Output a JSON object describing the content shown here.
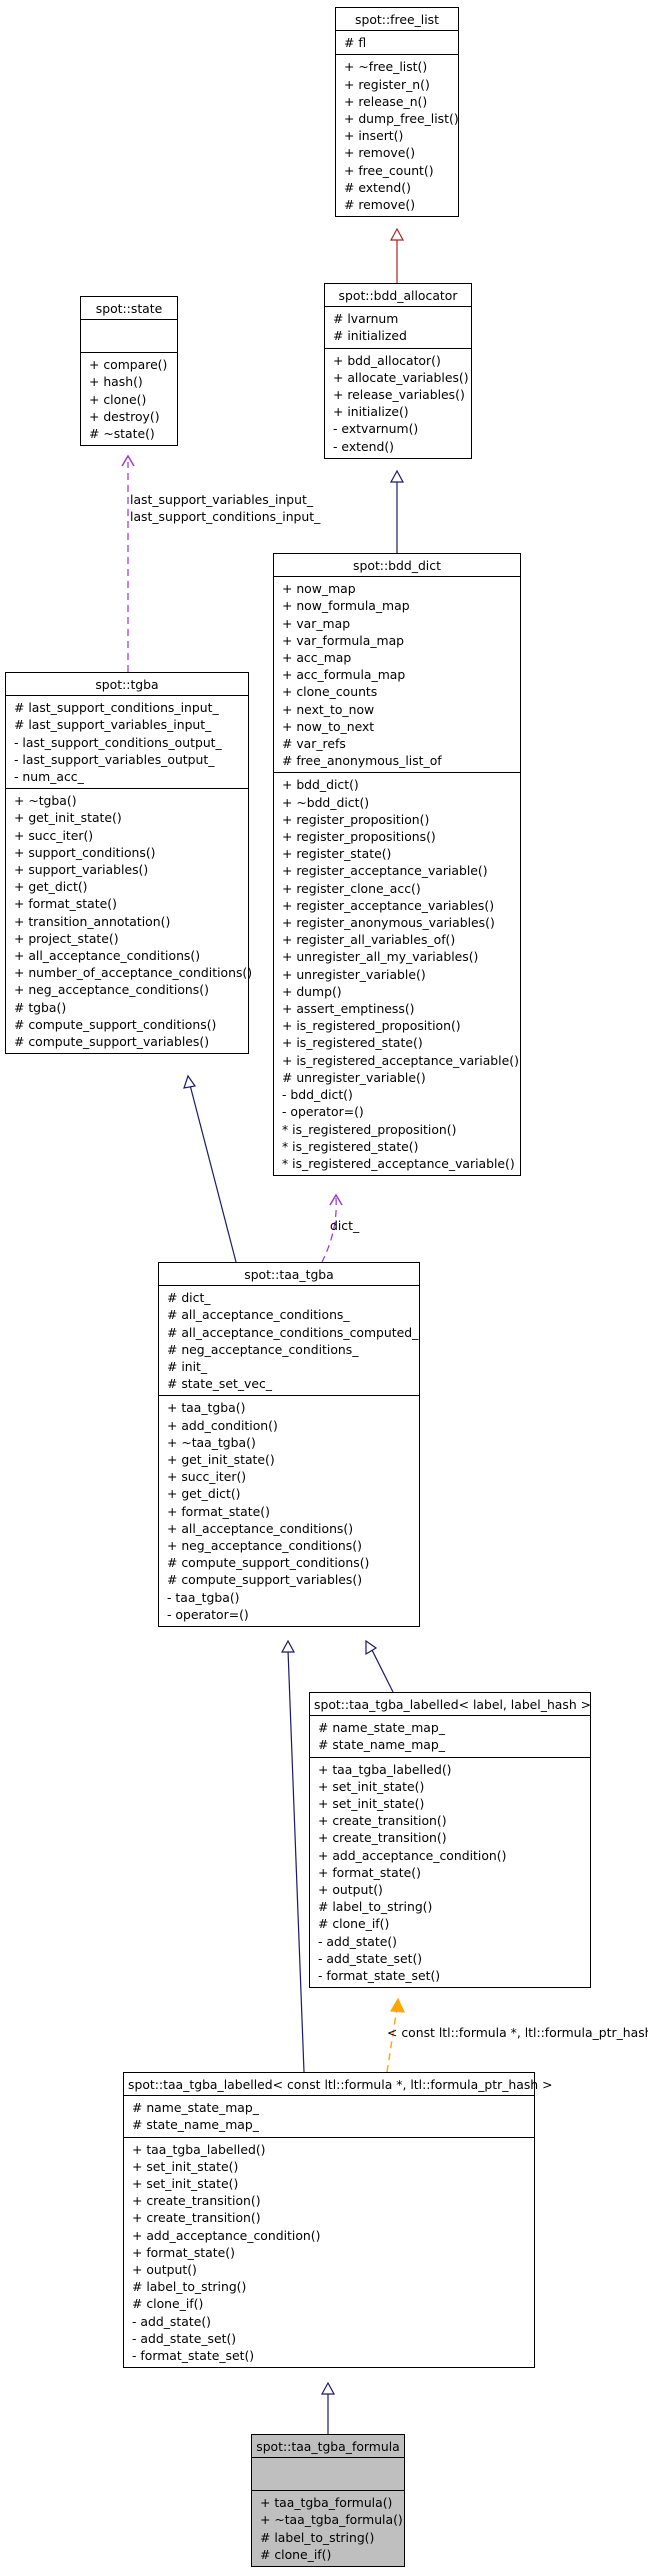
{
  "classes": {
    "free_list": {
      "name": "spot::free_list",
      "attributes": [
        "# fl"
      ],
      "methods": [
        "+ ~free_list()",
        "+ register_n()",
        "+ release_n()",
        "+ dump_free_list()",
        "+ insert()",
        "+ remove()",
        "+ free_count()",
        "# extend()",
        "# remove()"
      ]
    },
    "state": {
      "name": "spot::state",
      "attributes": [],
      "methods": [
        "+ compare()",
        "+ hash()",
        "+ clone()",
        "+ destroy()",
        "# ~state()"
      ]
    },
    "bdd_allocator": {
      "name": "spot::bdd_allocator",
      "attributes": [
        "# lvarnum",
        "# initialized"
      ],
      "methods": [
        "+ bdd_allocator()",
        "+ allocate_variables()",
        "+ release_variables()",
        "+ initialize()",
        "- extvarnum()",
        "- extend()"
      ]
    },
    "bdd_dict": {
      "name": "spot::bdd_dict",
      "attributes": [
        "+ now_map",
        "+ now_formula_map",
        "+ var_map",
        "+ var_formula_map",
        "+ acc_map",
        "+ acc_formula_map",
        "+ clone_counts",
        "+ next_to_now",
        "+ now_to_next",
        "# var_refs",
        "# free_anonymous_list_of"
      ],
      "methods": [
        "+ bdd_dict()",
        "+ ~bdd_dict()",
        "+ register_proposition()",
        "+ register_propositions()",
        "+ register_state()",
        "+ register_acceptance_variable()",
        "+ register_clone_acc()",
        "+ register_acceptance_variables()",
        "+ register_anonymous_variables()",
        "+ register_all_variables_of()",
        "+ unregister_all_my_variables()",
        "+ unregister_variable()",
        "+ dump()",
        "+ assert_emptiness()",
        "+ is_registered_proposition()",
        "+ is_registered_state()",
        "+ is_registered_acceptance_variable()",
        "# unregister_variable()",
        "- bdd_dict()",
        "- operator=()",
        "* is_registered_proposition()",
        "* is_registered_state()",
        "* is_registered_acceptance_variable()"
      ]
    },
    "tgba": {
      "name": "spot::tgba",
      "attributes": [
        "# last_support_conditions_input_",
        "# last_support_variables_input_",
        "- last_support_conditions_output_",
        "- last_support_variables_output_",
        "- num_acc_"
      ],
      "methods": [
        "+ ~tgba()",
        "+ get_init_state()",
        "+ succ_iter()",
        "+ support_conditions()",
        "+ support_variables()",
        "+ get_dict()",
        "+ format_state()",
        "+ transition_annotation()",
        "+ project_state()",
        "+ all_acceptance_conditions()",
        "+ number_of_acceptance_conditions()",
        "+ neg_acceptance_conditions()",
        "# tgba()",
        "# compute_support_conditions()",
        "# compute_support_variables()"
      ]
    },
    "taa_tgba": {
      "name": "spot::taa_tgba",
      "attributes": [
        "# dict_",
        "# all_acceptance_conditions_",
        "# all_acceptance_conditions_computed_",
        "# neg_acceptance_conditions_",
        "# init_",
        "# state_set_vec_"
      ],
      "methods": [
        "+ taa_tgba()",
        "+ add_condition()",
        "+ ~taa_tgba()",
        "+ get_init_state()",
        "+ succ_iter()",
        "+ get_dict()",
        "+ format_state()",
        "+ all_acceptance_conditions()",
        "+ neg_acceptance_conditions()",
        "# compute_support_conditions()",
        "# compute_support_variables()",
        "- taa_tgba()",
        "- operator=()"
      ]
    },
    "taa_labelled_template": {
      "name": "spot::taa_tgba_labelled< label, label_hash >",
      "attributes": [
        "# name_state_map_",
        "# state_name_map_"
      ],
      "methods": [
        "+ taa_tgba_labelled()",
        "+ set_init_state()",
        "+ set_init_state()",
        "+ create_transition()",
        "+ create_transition()",
        "+ add_acceptance_condition()",
        "+ format_state()",
        "+ output()",
        "# label_to_string()",
        "# clone_if()",
        "- add_state()",
        "- add_state_set()",
        "- format_state_set()"
      ]
    },
    "taa_labelled_ltl": {
      "name": "spot::taa_tgba_labelled< const ltl::formula *, ltl::formula_ptr_hash >",
      "attributes": [
        "# name_state_map_",
        "# state_name_map_"
      ],
      "methods": [
        "+ taa_tgba_labelled()",
        "+ set_init_state()",
        "+ set_init_state()",
        "+ create_transition()",
        "+ create_transition()",
        "+ add_acceptance_condition()",
        "+ format_state()",
        "+ output()",
        "# label_to_string()",
        "# clone_if()",
        "- add_state()",
        "- add_state_set()",
        "- format_state_set()"
      ]
    },
    "taa_tgba_formula": {
      "name": "spot::taa_tgba_formula",
      "attributes": [],
      "methods": [
        "+ taa_tgba_formula()",
        "+ ~taa_tgba_formula()",
        "# label_to_string()",
        "# clone_if()"
      ]
    }
  },
  "edge_labels": {
    "state_to_tgba": [
      "last_support_variables_input_",
      "last_support_conditions_input_"
    ],
    "dict_to_taa": [
      "dict_"
    ],
    "template_to_ltl": [
      "< const ltl::formula *, ltl::formula_ptr_hash >"
    ]
  },
  "colors": {
    "inheritance": "#191970",
    "composition": "#9a32cd",
    "template": "#ffa500",
    "free_list_arrow": "#b22222",
    "highlight_fill": "#bfbfbf"
  }
}
